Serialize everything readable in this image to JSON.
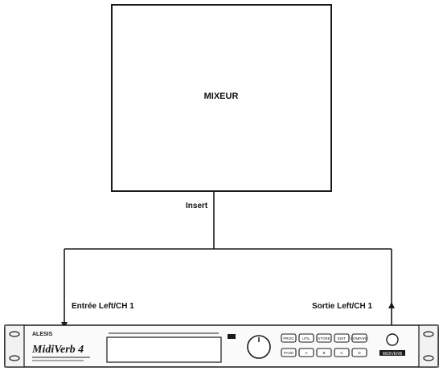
{
  "mixer": {
    "label": "MIXEUR"
  },
  "connections": {
    "insert_label": "Insert",
    "input_label": "Entrée Left/CH 1",
    "output_label": "Sortie Left/CH 1"
  },
  "device": {
    "brand": "ALESIS",
    "model": "MidiVerb 4",
    "tag": "MIDIVERB",
    "buttons_top": [
      "PROG",
      "UTIL",
      "STORE",
      "EDIT",
      "COMPARE"
    ],
    "buttons_bottom": [
      "PAGE",
      "A",
      "B",
      "C",
      "D"
    ]
  },
  "colors": {
    "line": "#1a1a1a",
    "background": "#ffffff"
  }
}
